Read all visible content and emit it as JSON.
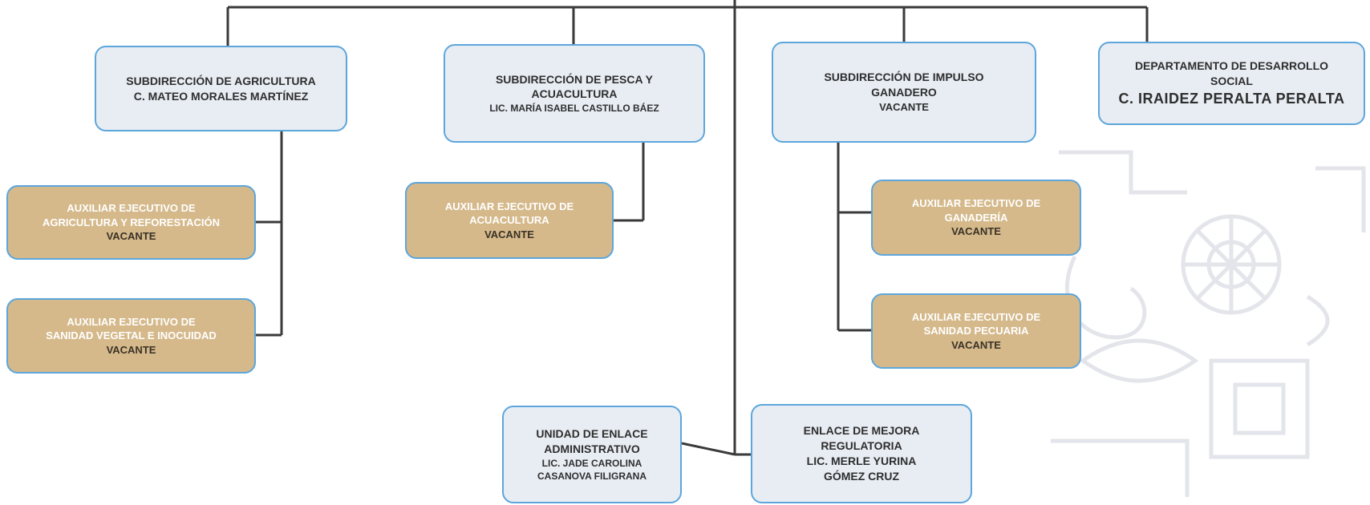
{
  "org_chart": {
    "boxes": {
      "agricultura": {
        "title_1": "SUBDIRECCIÓN DE AGRICULTURA",
        "holder": "C. MATEO MORALES MARTÍNEZ"
      },
      "pesca": {
        "title_1": "SUBDIRECCIÓN DE PESCA Y",
        "title_2": "ACUACULTURA",
        "holder": "LIC. MARÍA ISABEL CASTILLO BÁEZ"
      },
      "ganadero": {
        "title_1": "SUBDIRECCIÓN DE IMPULSO",
        "title_2": "GANADERO",
        "holder": "VACANTE"
      },
      "desarrollo_social": {
        "title_1": "DEPARTAMENTO DE DESARROLLO",
        "title_2": "SOCIAL",
        "holder": "C. IRAIDEZ PERALTA PERALTA"
      },
      "aux_agricultura": {
        "title_1": "AUXILIAR EJECUTIVO DE",
        "title_2": "AGRICULTURA Y REFORESTACIÓN",
        "holder": "VACANTE"
      },
      "aux_sanidad_vegetal": {
        "title_1": "AUXILIAR EJECUTIVO DE",
        "title_2": "SANIDAD VEGETAL E INOCUIDAD",
        "holder": "VACANTE"
      },
      "aux_acuacultura": {
        "title_1": "AUXILIAR EJECUTIVO DE",
        "title_2": "ACUACULTURA",
        "holder": "VACANTE"
      },
      "aux_ganaderia": {
        "title_1": "AUXILIAR EJECUTIVO DE",
        "title_2": "GANADERÍA",
        "holder": "VACANTE"
      },
      "aux_sanidad_pecuaria": {
        "title_1": "AUXILIAR EJECUTIVO DE",
        "title_2": "SANIDAD PECUARIA",
        "holder": "VACANTE"
      },
      "enlace_administrativo": {
        "title_1": "UNIDAD DE ENLACE",
        "title_2": "ADMINISTRATIVO",
        "holder_1": "LIC. JADE CAROLINA",
        "holder_2": "CASANOVA FILIGRANA"
      },
      "mejora_regulatoria": {
        "title_1": "ENLACE DE MEJORA",
        "title_2": "REGULATORIA",
        "holder_1": "LIC. MERLE YURINA",
        "holder_2": "GÓMEZ CRUZ"
      }
    }
  },
  "colors": {
    "subdireccion_fill": "#e8edf3",
    "auxiliar_fill": "#d5b98b",
    "border": "#5da6dc",
    "connector": "#3a3a3a"
  }
}
